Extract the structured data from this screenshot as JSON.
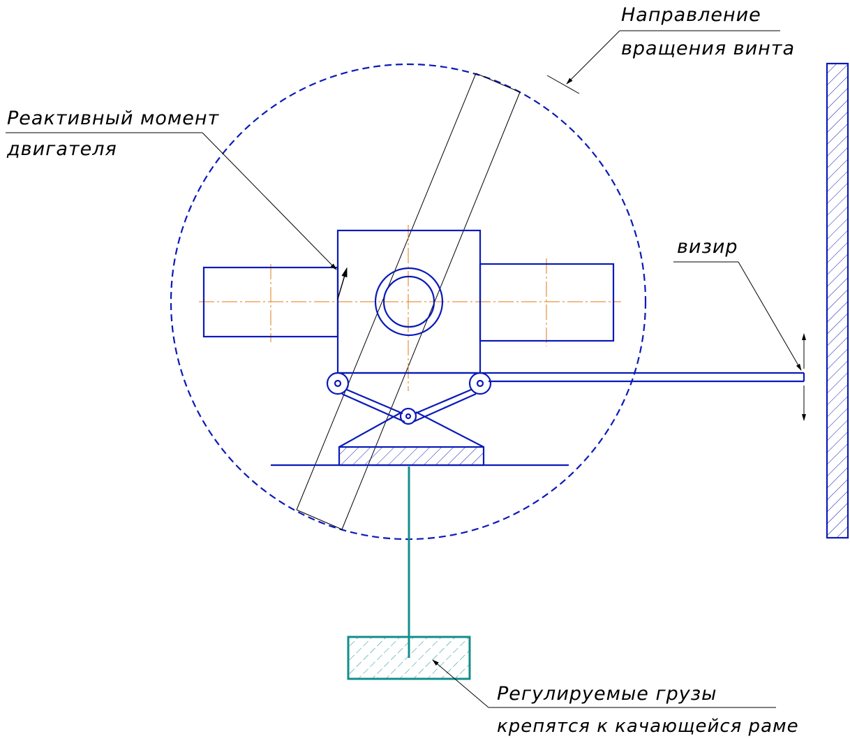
{
  "labels": {
    "direction_line1": "Направление",
    "direction_line2": "вращения винта",
    "reactive_line1": "Реактивный момент",
    "reactive_line2": "двигателя",
    "sight": "визир",
    "weights_line1": "Регулируемые грузы",
    "weights_line2": "крепятся к качающейся раме"
  },
  "colors": {
    "outline": "#0a1ab8",
    "leader": "#000000",
    "centerline": "#e07a10",
    "pendulum": "#138c8c"
  }
}
